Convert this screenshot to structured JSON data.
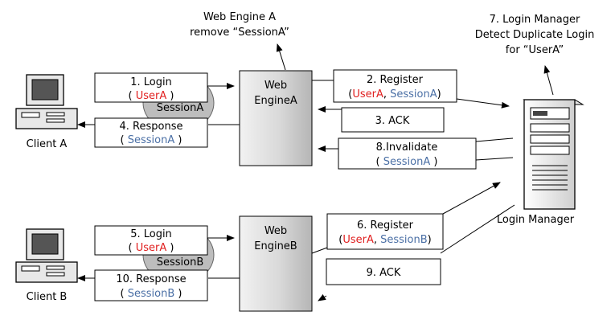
{
  "colors": {
    "user": "#e02020",
    "session": "#4a6fa5",
    "engine_light": "#f2f2f2",
    "engine_dark": "#b5b5b5",
    "line": "#000000",
    "ellipse": "#bdbdbd"
  },
  "notes": {
    "web_engine_a_line1": "Web Engine A",
    "web_engine_a_line2": "remove “SessionA”",
    "login_manager_line1": "7. Login Manager",
    "login_manager_line2": "Detect Duplicate Login",
    "login_manager_line3": "for “UserA”"
  },
  "clients": {
    "a": "Client A",
    "b": "Client B"
  },
  "engines": {
    "a": {
      "line1": "Web",
      "line2": "EngineA"
    },
    "b": {
      "line1": "Web",
      "line2": "EngineB"
    }
  },
  "sessions": {
    "a": "SessionA",
    "b": "SessionB"
  },
  "server": {
    "label": "Login Manager"
  },
  "messages": {
    "m1": {
      "title": "1. Login",
      "open": "( ",
      "user": "UserA",
      "close": " )"
    },
    "m2": {
      "title": "2. Register",
      "open": "(",
      "user": "UserA",
      "sep": ", ",
      "session": "SessionA",
      "close": ")"
    },
    "m3": {
      "title": "3. ACK"
    },
    "m4": {
      "title": "4. Response",
      "open": "( ",
      "session": "SessionA",
      "close": " )"
    },
    "m5": {
      "title": "5. Login",
      "open": "( ",
      "user": "UserA",
      "close": " )"
    },
    "m6": {
      "title": "6. Register",
      "open": "(",
      "user": "UserA",
      "sep": ", ",
      "session": "SessionB",
      "close": ")"
    },
    "m8": {
      "title": "8.Invalidate",
      "open": "( ",
      "session": "SessionA",
      "close": " )"
    },
    "m9": {
      "title": "9. ACK"
    },
    "m10": {
      "title": "10. Response",
      "open": "( ",
      "session": "SessionB",
      "close": " )"
    }
  }
}
